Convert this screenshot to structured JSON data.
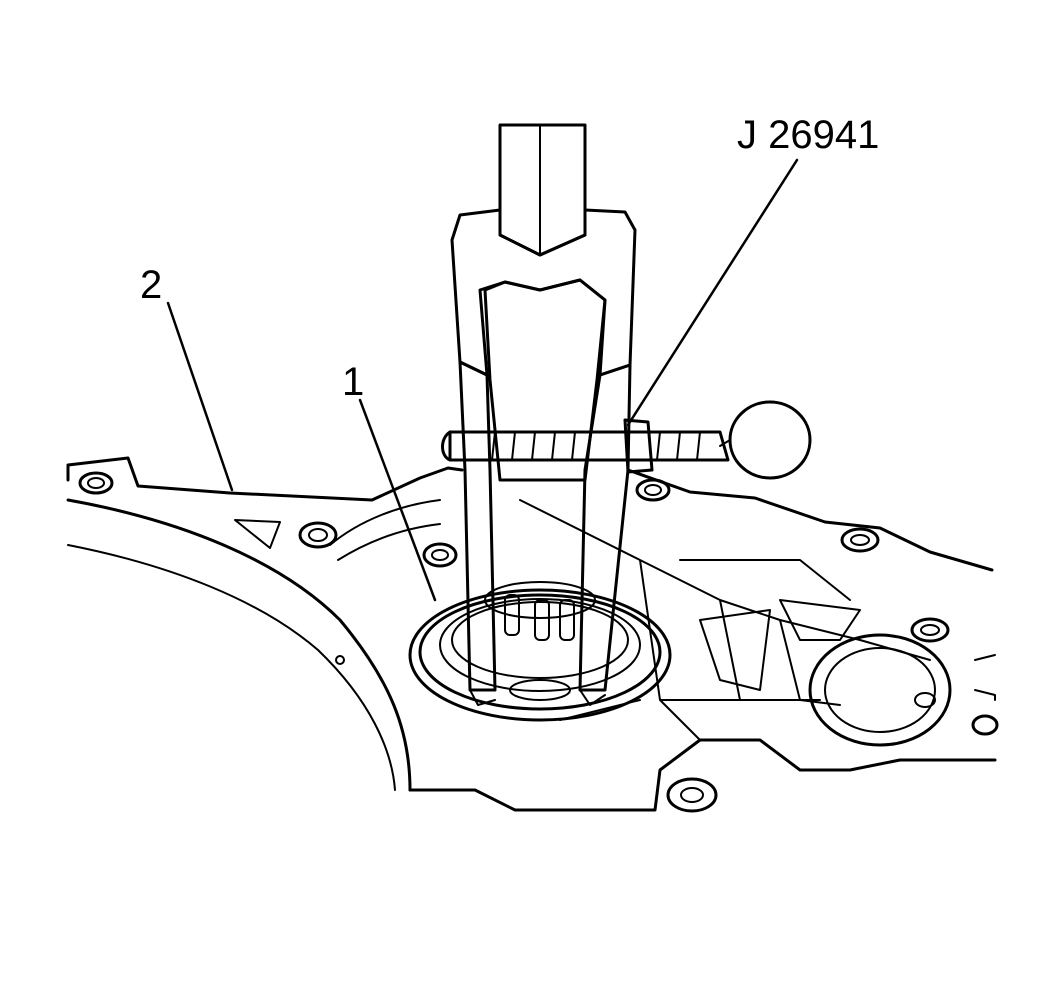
{
  "diagram": {
    "callouts": {
      "tool": "J 26941",
      "item_1": "1",
      "item_2": "2"
    },
    "colors": {
      "ink": "#000000",
      "paper": "#ffffff",
      "tool_shading": "#b8b8b8"
    }
  }
}
